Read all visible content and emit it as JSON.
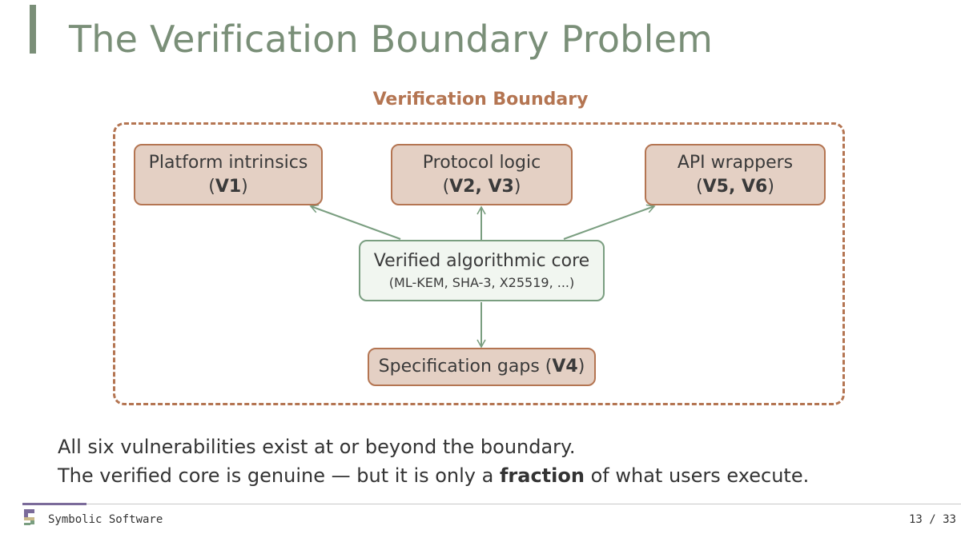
{
  "slide": {
    "title": "The Verification Boundary Problem"
  },
  "diagram": {
    "boundary_label": "Verification Boundary",
    "nodes": {
      "platform": {
        "line1": "Platform intrinsics",
        "ref_open": "(",
        "ref": "V1",
        "ref_close": ")"
      },
      "protocol": {
        "line1": "Protocol logic",
        "ref_open": "(",
        "ref": "V2, V3",
        "ref_close": ")"
      },
      "api": {
        "line1": "API wrappers",
        "ref_open": "(",
        "ref": "V5, V6",
        "ref_close": ")"
      },
      "core": {
        "line1": "Verified algorithmic core",
        "line2": "(ML-KEM, SHA-3, X25519, ...)"
      },
      "spec": {
        "text": "Specification gaps (",
        "ref": "V4",
        "close": ")"
      }
    },
    "edges": [
      {
        "from": "core",
        "to": "platform"
      },
      {
        "from": "core",
        "to": "protocol"
      },
      {
        "from": "core",
        "to": "api"
      },
      {
        "from": "core",
        "to": "spec"
      }
    ],
    "colors": {
      "boundary": "#b47552",
      "outer_node_fill": "#e4d0c4",
      "core_border": "#7a9e80",
      "core_fill": "#f1f6f0",
      "arrow": "#7a9e80"
    }
  },
  "summary": {
    "line1": "All six vulnerabilities exist at or beyond the boundary.",
    "line2_pre": "The verified core is genuine — but it is only a ",
    "line2_bold": "fraction",
    "line2_post": " of what users execute."
  },
  "footer": {
    "brand": "Symbolic Software",
    "page": "13 / 33",
    "logo_icon": "symbolic-software-logo-icon",
    "accent_color": "#7b6b9a"
  }
}
